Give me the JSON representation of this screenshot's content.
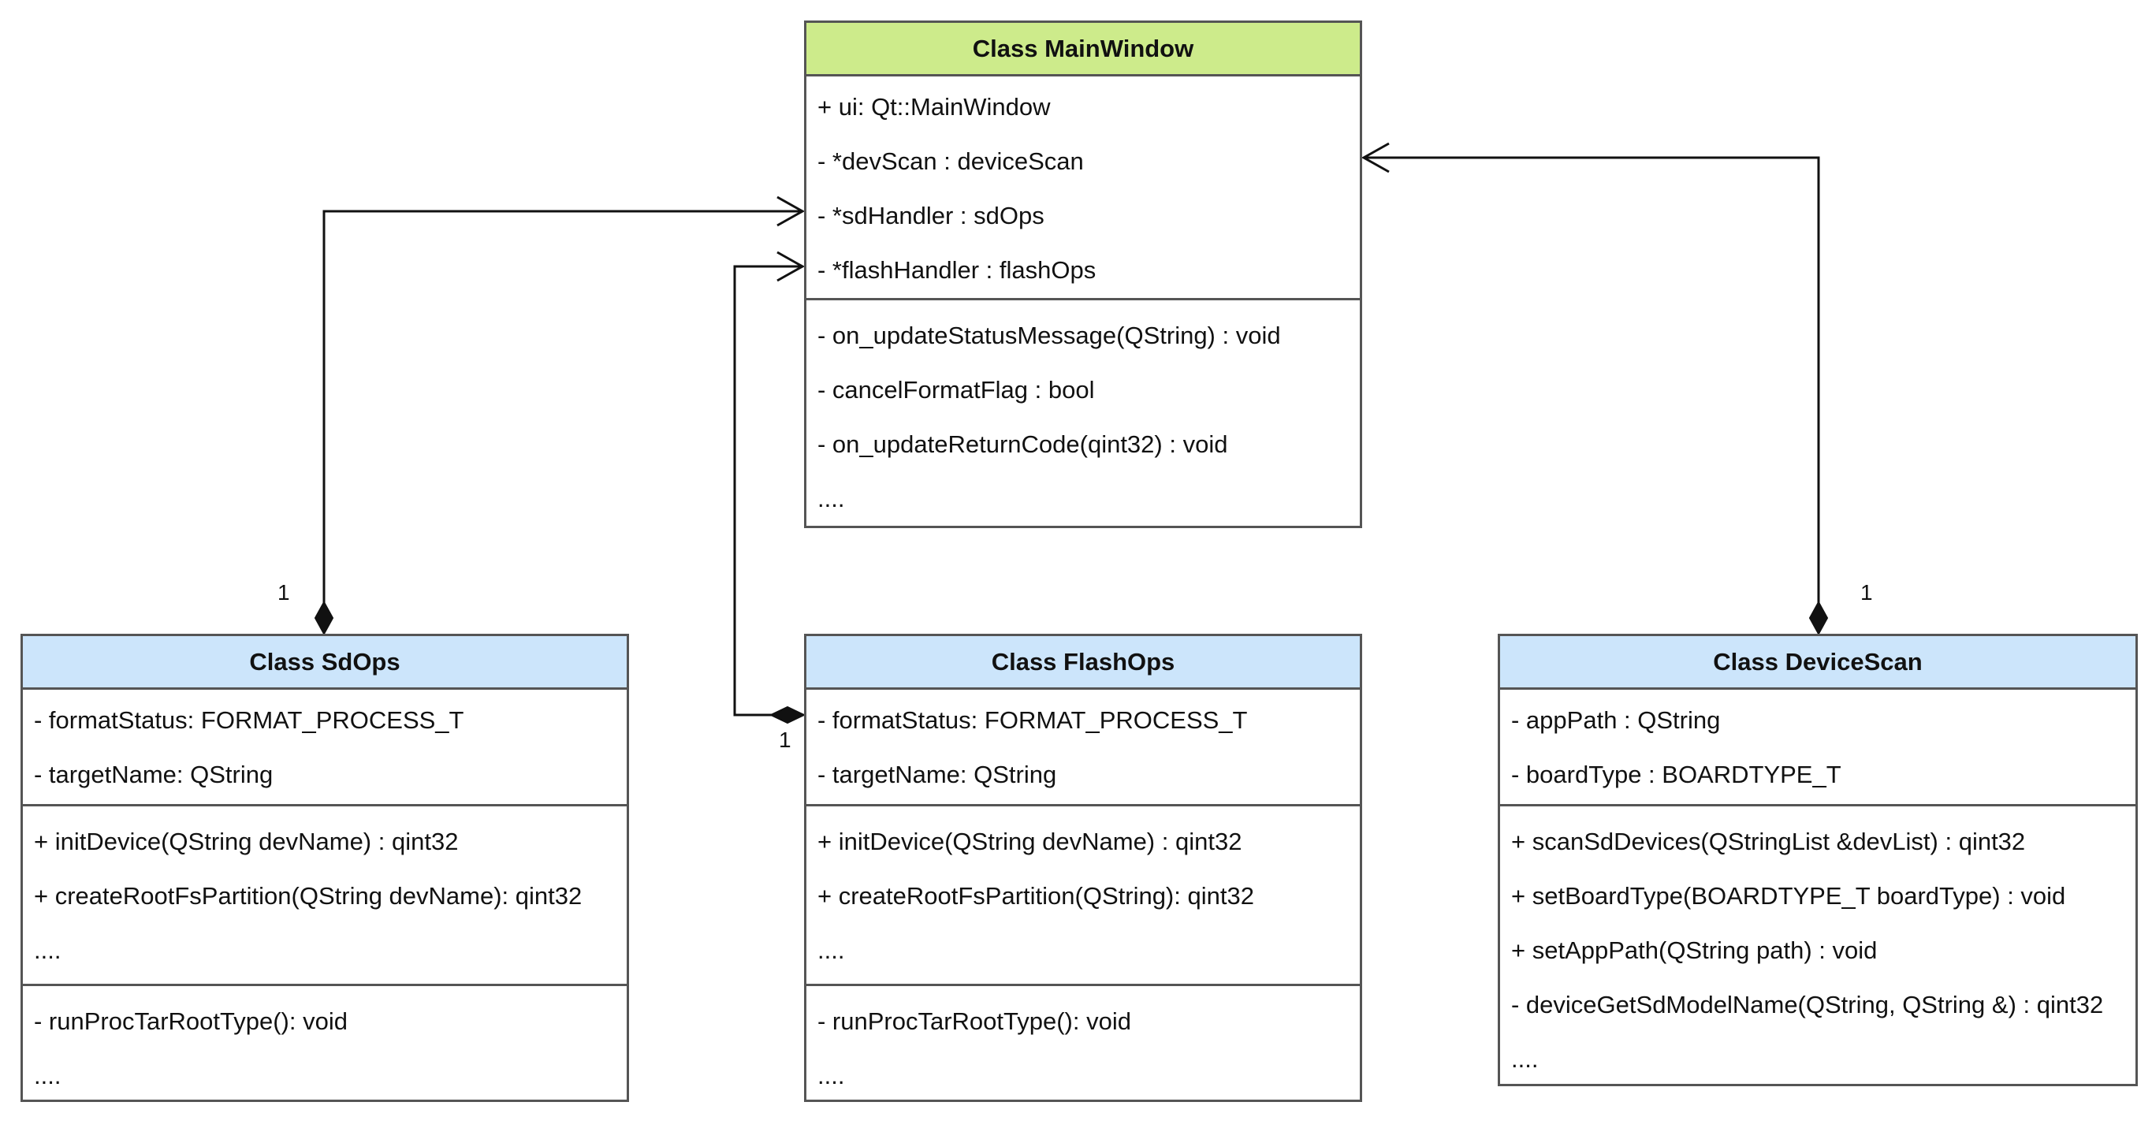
{
  "colors": {
    "main_header": "#cdeb8b",
    "part_header": "#cce5fb",
    "border": "#555555",
    "edge": "#111111"
  },
  "main_window": {
    "title": "Class MainWindow",
    "attributes": [
      "+ ui: Qt::MainWindow",
      "- *devScan : deviceScan",
      "- *sdHandler : sdOps",
      "- *flashHandler : flashOps"
    ],
    "operations": [
      "- on_updateStatusMessage(QString) : void",
      "- cancelFormatFlag : bool",
      "- on_updateReturnCode(qint32) : void",
      "...."
    ]
  },
  "sd_ops": {
    "title": "Class SdOps",
    "attributes": [
      "- formatStatus: FORMAT_PROCESS_T",
      "- targetName: QString"
    ],
    "public_ops": [
      "+ initDevice(QString devName) : qint32",
      "+ createRootFsPartition(QString devName): qint32",
      "...."
    ],
    "private_ops": [
      "- runProcTarRootType(): void",
      "...."
    ],
    "multiplicity": "1"
  },
  "flash_ops": {
    "title": "Class FlashOps",
    "attributes": [
      "- formatStatus: FORMAT_PROCESS_T",
      "- targetName: QString"
    ],
    "public_ops": [
      "+ initDevice(QString devName) : qint32",
      "+ createRootFsPartition(QString): qint32",
      "...."
    ],
    "private_ops": [
      "- runProcTarRootType(): void",
      "...."
    ],
    "multiplicity": "1"
  },
  "device_scan": {
    "title": "Class DeviceScan",
    "attributes": [
      "- appPath : QString",
      "- boardType : BOARDTYPE_T"
    ],
    "operations": [
      "+ scanSdDevices(QStringList &devList) : qint32",
      "+ setBoardType(BOARDTYPE_T boardType) : void",
      "+ setAppPath(QString path) : void",
      "- deviceGetSdModelName(QString, QString &) : qint32",
      "...."
    ],
    "multiplicity": "1"
  }
}
